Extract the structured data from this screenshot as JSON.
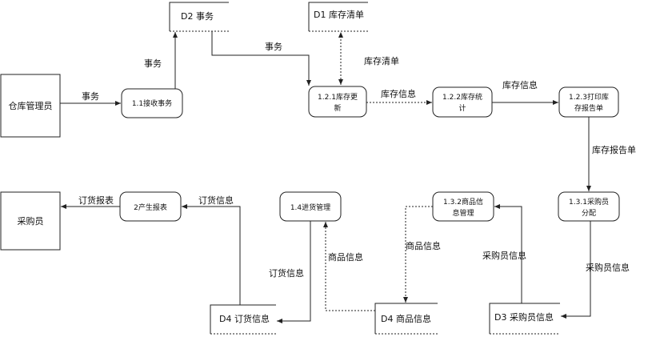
{
  "colors": {
    "line": "#222222",
    "background": "#ffffff",
    "text": "#111111"
  },
  "entities": {
    "warehouse_manager": "仓库管理员",
    "purchaser": "采购员"
  },
  "processes": {
    "p1_1": "1.1接收事务",
    "p1_2_1_line1": "1.2.1库存更",
    "p1_2_1_line2": "新",
    "p1_2_2_line1": "1.2.2库存统",
    "p1_2_2_line2": "计",
    "p1_2_3_line1": "1.2.3打印库",
    "p1_2_3_line2": "存报告单",
    "p1_3_1_line1": "1.3.1采购员",
    "p1_3_1_line2": "分配",
    "p1_3_2_line1": "1.3.2商品信",
    "p1_3_2_line2": "息管理",
    "p1_4": "1.4进货管理",
    "p2": "2产生报表"
  },
  "stores": {
    "d2": "D2 事务",
    "d1": "D1 库存清单",
    "d4_order": "D4 订货信息",
    "d4_goods": "D4 商品信息",
    "d3": "D3 采购员信息"
  },
  "flows": {
    "mgr_to_p11": "事务",
    "p11_to_d2": "事务",
    "d2_to_p121": "事务",
    "d1_p121": "库存清单",
    "p121_to_p122": "库存信息",
    "p122_to_p123": "库存信息",
    "p123_to_p131": "库存报告单",
    "p131_to_d3": "采购员信息",
    "d3_to_p132": "采购员信息",
    "p132_to_d4goods": "商品信息",
    "d4goods_to_p14": "商品信息",
    "p14_to_d4order": "订货信息",
    "d4order_to_p2": "订货信息",
    "p2_to_purchaser": "订货报表"
  }
}
